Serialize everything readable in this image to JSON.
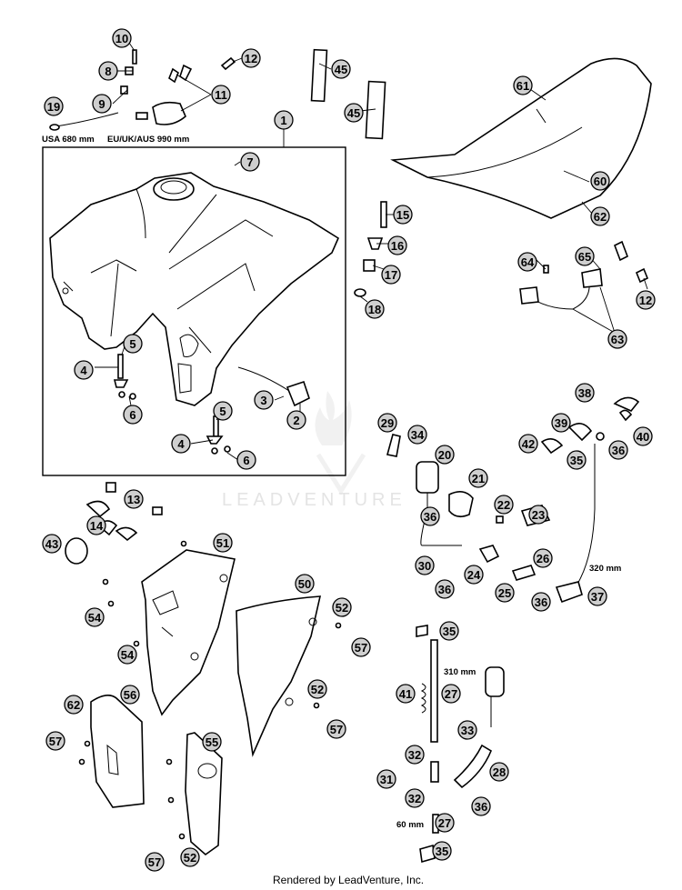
{
  "callouts": [
    {
      "label": "10"
    },
    {
      "label": "8"
    },
    {
      "label": "12"
    },
    {
      "label": "9"
    },
    {
      "label": "11"
    },
    {
      "label": "19"
    },
    {
      "label": "45"
    },
    {
      "label": "45"
    },
    {
      "label": "61"
    },
    {
      "label": "1"
    },
    {
      "label": "7"
    },
    {
      "label": "60"
    },
    {
      "label": "62"
    },
    {
      "label": "15"
    },
    {
      "label": "16"
    },
    {
      "label": "17"
    },
    {
      "label": "18"
    },
    {
      "label": "64"
    },
    {
      "label": "65"
    },
    {
      "label": "12"
    },
    {
      "label": "63"
    },
    {
      "label": "5"
    },
    {
      "label": "4"
    },
    {
      "label": "6"
    },
    {
      "label": "3"
    },
    {
      "label": "2"
    },
    {
      "label": "5"
    },
    {
      "label": "4"
    },
    {
      "label": "6"
    },
    {
      "label": "38"
    },
    {
      "label": "29"
    },
    {
      "label": "34"
    },
    {
      "label": "39"
    },
    {
      "label": "40"
    },
    {
      "label": "42"
    },
    {
      "label": "36"
    },
    {
      "label": "20"
    },
    {
      "label": "35"
    },
    {
      "label": "21"
    },
    {
      "label": "13"
    },
    {
      "label": "36"
    },
    {
      "label": "22"
    },
    {
      "label": "23"
    },
    {
      "label": "14"
    },
    {
      "label": "43"
    },
    {
      "label": "51"
    },
    {
      "label": "26"
    },
    {
      "label": "30"
    },
    {
      "label": "24"
    },
    {
      "label": "36"
    },
    {
      "label": "25"
    },
    {
      "label": "36"
    },
    {
      "label": "37"
    },
    {
      "label": "50"
    },
    {
      "label": "54"
    },
    {
      "label": "52"
    },
    {
      "label": "35"
    },
    {
      "label": "54"
    },
    {
      "label": "57"
    },
    {
      "label": "41"
    },
    {
      "label": "27"
    },
    {
      "label": "52"
    },
    {
      "label": "56"
    },
    {
      "label": "62"
    },
    {
      "label": "57"
    },
    {
      "label": "57"
    },
    {
      "label": "33"
    },
    {
      "label": "55"
    },
    {
      "label": "32"
    },
    {
      "label": "28"
    },
    {
      "label": "31"
    },
    {
      "label": "36"
    },
    {
      "label": "32"
    },
    {
      "label": "27"
    },
    {
      "label": "57"
    },
    {
      "label": "52"
    },
    {
      "label": "35"
    }
  ],
  "notes": {
    "hose_length_usa": "USA 680 mm",
    "hose_length_eu": "EU/UK/AUS 990 mm",
    "hose_length_320": "320 mm",
    "hose_length_310": "310 mm",
    "hose_length_60": "60 mm"
  },
  "watermark": "LEADVENTURE",
  "credit": "Rendered by LeadVenture, Inc."
}
